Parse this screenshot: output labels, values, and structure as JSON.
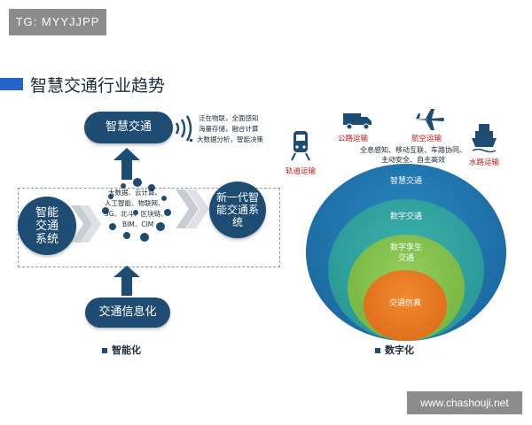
{
  "badge": "TG: MYYJJPP",
  "title": "智慧交通行业趋势",
  "left": {
    "smart_transport": "智慧交通",
    "wave_lines": [
      "泛在物联，全面感知",
      "海量存储，融合计算",
      "大数据分析，智能决策"
    ],
    "smart_system": [
      "智能",
      "交通",
      "系统"
    ],
    "tech_lines": [
      "大数据、云计算、",
      "人工智能、物联网、",
      "5G、北斗、区块链、",
      "BIM、CIM"
    ],
    "next_gen": [
      "新一代智",
      "能交通系",
      "统"
    ],
    "info": "交通信息化",
    "bottom_label": "智能化"
  },
  "right": {
    "modes": {
      "rail": "轨道运输",
      "road": "公路运输",
      "air": "航空运输",
      "water": "水路运输"
    },
    "features": [
      "全息感知、移动互联、车路协同、",
      "主动安全、自主高效"
    ],
    "rings": {
      "outer": "智慧交通",
      "second": "数字交通",
      "third": [
        "数字孪生",
        "交通"
      ],
      "inner": "交通仿真"
    },
    "bottom_label": "数字化"
  },
  "colors": {
    "navy": "#1f4c73",
    "accent_blue": "#2464c8",
    "mode_red": "#c0201a",
    "ring_outer": "#1d6fa8",
    "ring_second": "#2aa0a0",
    "ring_third": "#7cbe4a",
    "ring_inner": "#e8721c"
  },
  "watermark": "www.chashouji.net"
}
